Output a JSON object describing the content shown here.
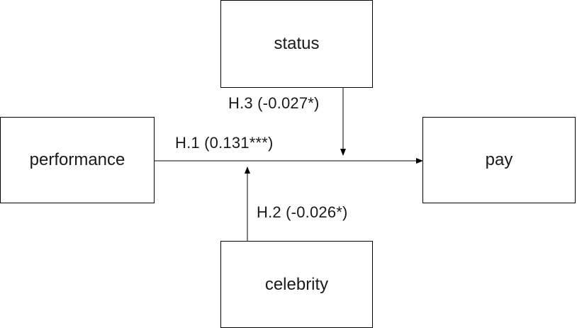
{
  "nodes": {
    "status": "status",
    "performance": "performance",
    "pay": "pay",
    "celebrity": "celebrity"
  },
  "edges": {
    "h1": "H.1 (0.131***)",
    "h2": "H.2 (-0.026*)",
    "h3": "H.3 (-0.027*)"
  },
  "colors": {
    "line": "#000000",
    "text": "#1a1a1a",
    "background": "#ffffff"
  }
}
